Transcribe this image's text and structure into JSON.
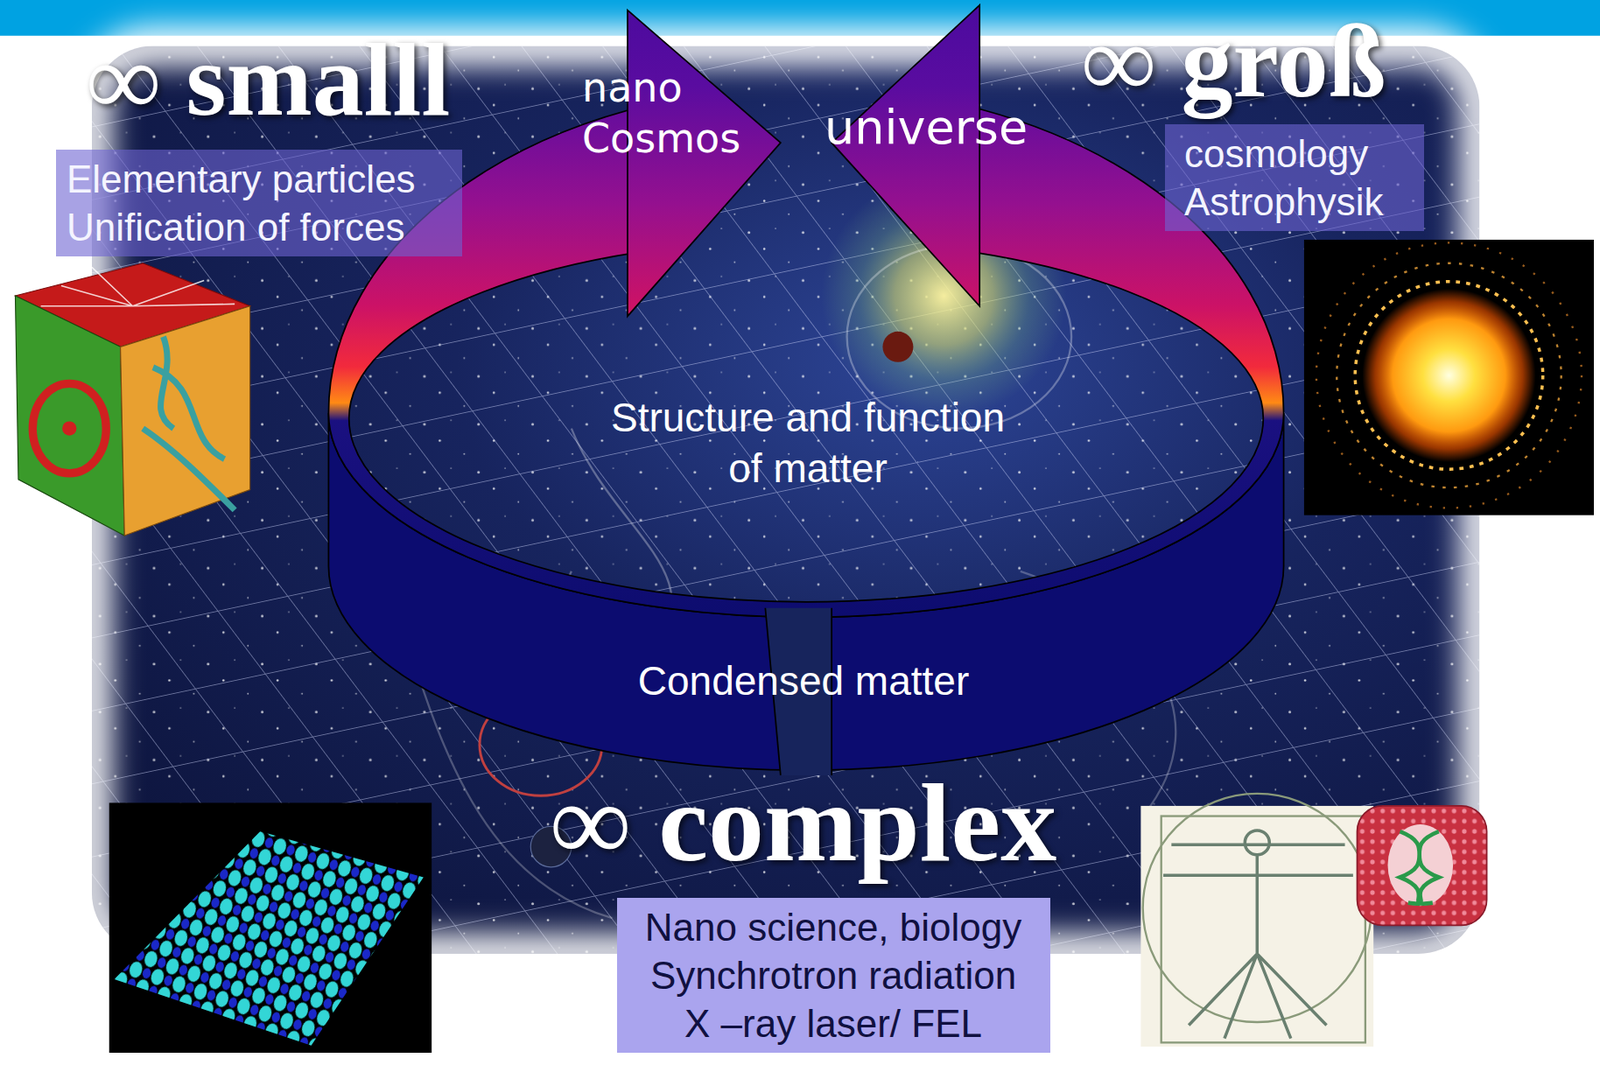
{
  "diagram": {
    "nodes": [
      {
        "text": [
          "Elementary particles Unification of forces"
        ]
      },
      {
        "text": [
          "cosmology Astrophysik"
        ]
      },
      {
        "text": [
          "Nano science, biology Synchrotron radiation X –ray laser/ FEL"
        ]
      }
    ],
    "labels": [
      "∞ smalll",
      "nano Cosmos",
      "universe",
      "∞ groß",
      "Structure and function of matter",
      "Condensed matter",
      "∞ complex"
    ]
  }
}
